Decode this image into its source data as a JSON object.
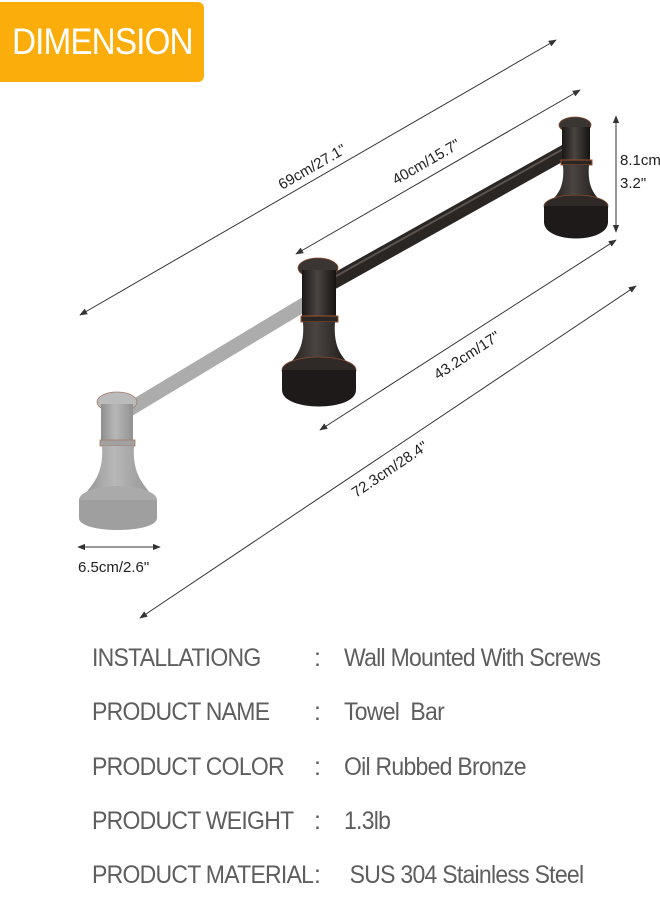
{
  "badge": {
    "label": "DIMENSION",
    "color": "#fbad0c"
  },
  "dimensions": {
    "overall_projection": "69cm/27.1\"",
    "bar_length": "40cm/15.7\"",
    "height_cm": "8.1cm",
    "height_in": "3.2\"",
    "post_center_distance": "43.2cm/17\"",
    "overall_length": "72.3cm/28.4\"",
    "base_diameter": "6.5cm/2.6\""
  },
  "product_image": {
    "name": "towel-bar",
    "finish_color": "#2a2624",
    "ghost_color": "#9a9a9a",
    "accent_color": "#a0522d"
  },
  "specs": [
    {
      "label": "INSTALLATIONG",
      "separator": ":",
      "value": "Wall Mounted With Screws"
    },
    {
      "label": "PRODUCT NAME",
      "separator": ":",
      "value": "Towel  Bar"
    },
    {
      "label": "PRODUCT COLOR",
      "separator": ":",
      "value": "Oil Rubbed Bronze"
    },
    {
      "label": "PRODUCT WEIGHT",
      "separator": ":",
      "value": "1.3lb"
    },
    {
      "label": "PRODUCT MATERIAL",
      "separator": ":",
      "value": " SUS 304 Stainless Steel"
    }
  ]
}
